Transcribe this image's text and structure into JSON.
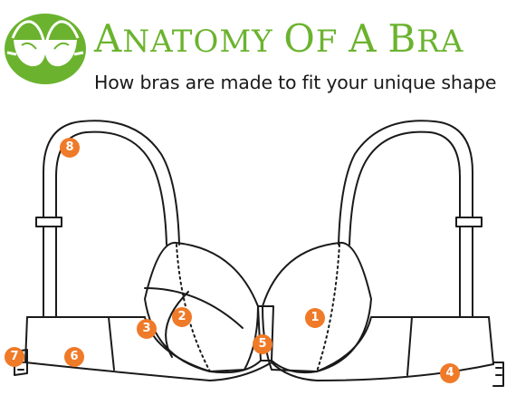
{
  "header": {
    "title_initial_a": "A",
    "title_rest_1": "NATOMY ",
    "title_initial_o": "O",
    "title_rest_2": "F ",
    "title_initial_a2": "A",
    "title_space": " ",
    "title_initial_b": "B",
    "title_rest_3": "RA",
    "subtitle": "How bras are made to fit your unique shape"
  },
  "colors": {
    "brand_green": "#6bb32e",
    "marker_orange": "#ef7a28",
    "outline": "#1a1a1a"
  },
  "markers": [
    {
      "label": "1"
    },
    {
      "label": "2"
    },
    {
      "label": "3"
    },
    {
      "label": "4"
    },
    {
      "label": "5"
    },
    {
      "label": "6"
    },
    {
      "label": "7"
    },
    {
      "label": "8"
    }
  ]
}
